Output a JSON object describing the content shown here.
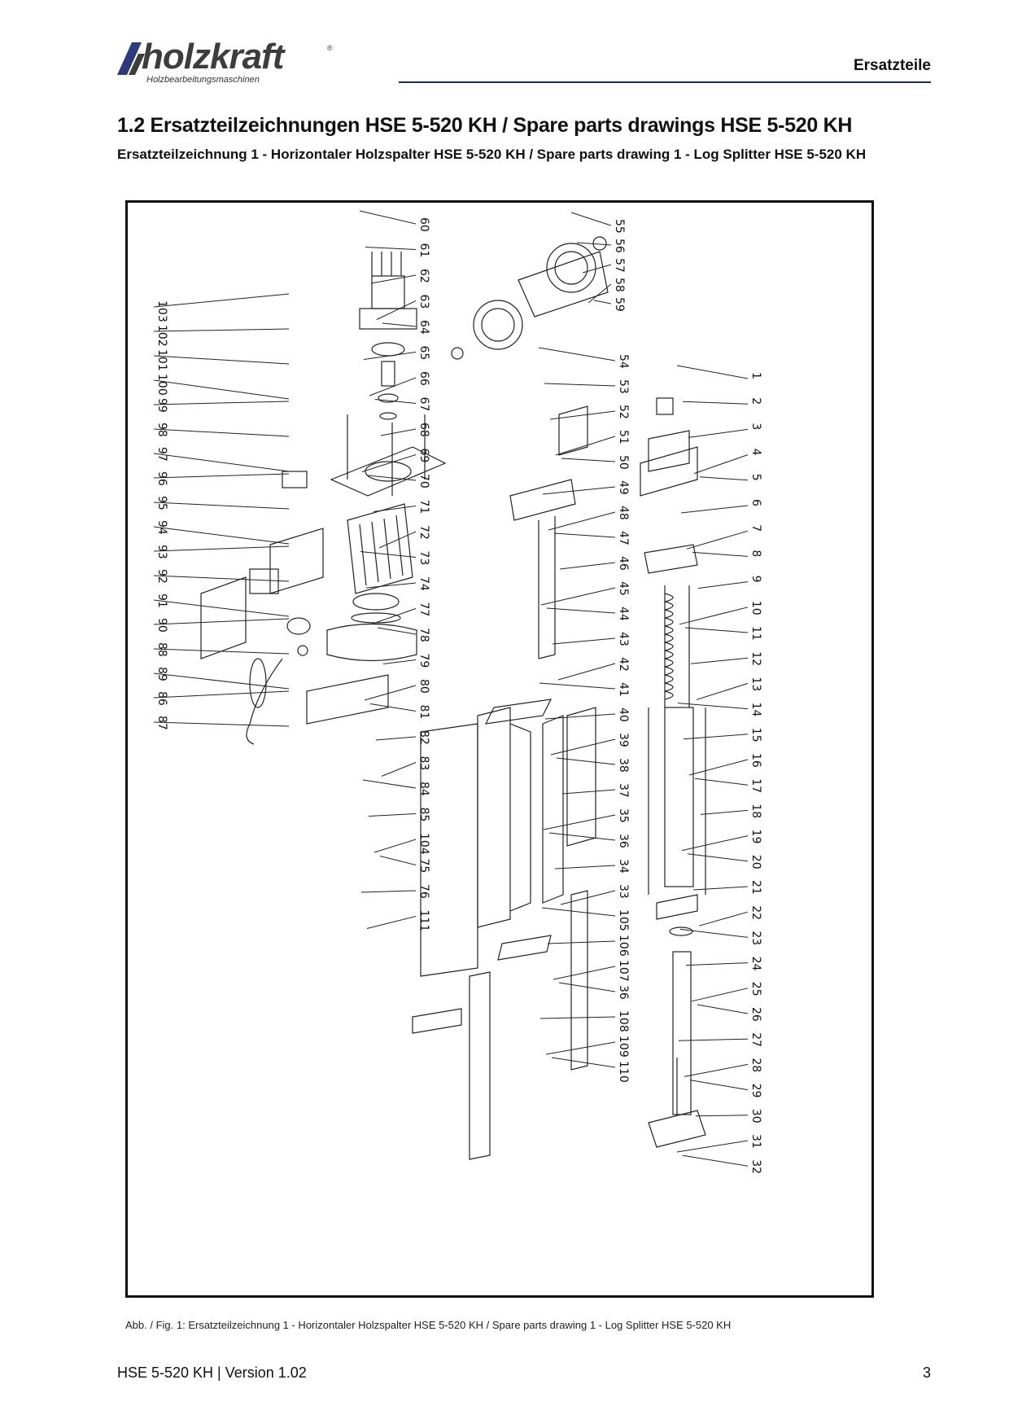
{
  "header": {
    "logo_word": "holzkraft",
    "logo_reg": "®",
    "logo_sub": "Holzbearbeitungsmaschinen",
    "section": "Ersatzteile"
  },
  "heading": {
    "title": "1.2 Ersatzteilzeichnungen HSE 5-520 KH / Spare parts drawings HSE 5-520 KH",
    "subtitle": "Ersatzteilzeichnung 1 - Horizontaler Holzspalter HSE 5-520 KH / Spare parts drawing 1 - Log Splitter HSE 5-520 KH"
  },
  "drawing": {
    "part_numbers": {
      "motor_group": [
        "60",
        "61",
        "62",
        "63",
        "64",
        "65",
        "66",
        "67",
        "68",
        "69",
        "70",
        "71",
        "72",
        "73",
        "74",
        "77",
        "78",
        "79",
        "80",
        "81",
        "82",
        "83",
        "84",
        "85",
        "104",
        "75",
        "76",
        "111"
      ],
      "motor_left": [
        "103",
        "102",
        "101",
        "100",
        "99",
        "98",
        "97",
        "96",
        "95",
        "94",
        "93",
        "92",
        "91",
        "90",
        "88",
        "89",
        "86",
        "87"
      ],
      "wheels": [
        "55",
        "56",
        "57",
        "58",
        "59"
      ],
      "frame": [
        "54",
        "53",
        "52",
        "51",
        "50",
        "49",
        "48",
        "47",
        "46",
        "45",
        "44",
        "43",
        "42",
        "41",
        "40",
        "39",
        "38",
        "37",
        "35",
        "36",
        "34",
        "33",
        "105",
        "106",
        "107",
        "36",
        "108",
        "109",
        "110"
      ],
      "column": [
        "1",
        "2",
        "3",
        "4",
        "5",
        "6",
        "7",
        "8",
        "9",
        "10",
        "11",
        "12",
        "13",
        "14",
        "15",
        "16",
        "17",
        "18",
        "19",
        "20",
        "21",
        "22",
        "23",
        "24",
        "25",
        "26",
        "27",
        "28",
        "29",
        "30",
        "31",
        "32"
      ]
    }
  },
  "caption": "Abb. / Fig. 1: Ersatzteilzeichnung 1 - Horizontaler Holzspalter HSE 5-520 KH / Spare parts drawing 1 - Log Splitter HSE 5-520 KH",
  "footer": {
    "doc": "HSE 5-520 KH | Version 1.02",
    "page": "3"
  }
}
